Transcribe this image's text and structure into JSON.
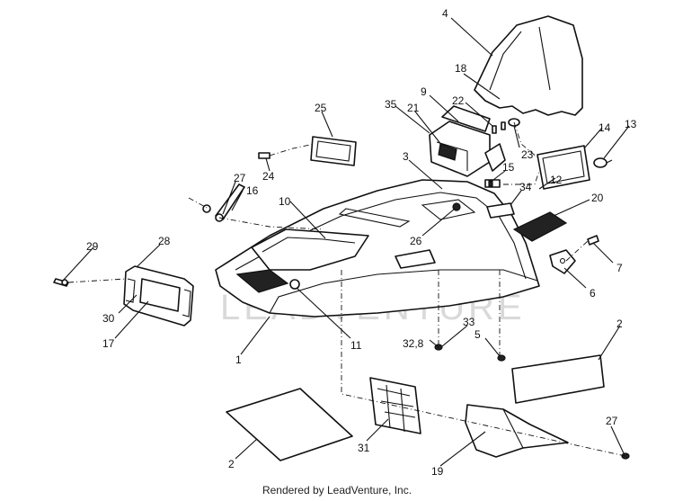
{
  "watermark": {
    "text": "LEADVENTURE"
  },
  "credit": {
    "text": "Rendered by LeadVenture, Inc."
  },
  "labels": [
    {
      "text": "4"
    },
    {
      "text": "18"
    },
    {
      "text": "9"
    },
    {
      "text": "22"
    },
    {
      "text": "35"
    },
    {
      "text": "21"
    },
    {
      "text": "25"
    },
    {
      "text": "14"
    },
    {
      "text": "13"
    },
    {
      "text": "23"
    },
    {
      "text": "3"
    },
    {
      "text": "15"
    },
    {
      "text": "24"
    },
    {
      "text": "27"
    },
    {
      "text": "16"
    },
    {
      "text": "34"
    },
    {
      "text": "12"
    },
    {
      "text": "10"
    },
    {
      "text": "20"
    },
    {
      "text": "26"
    },
    {
      "text": "29"
    },
    {
      "text": "28"
    },
    {
      "text": "7"
    },
    {
      "text": "30"
    },
    {
      "text": "6"
    },
    {
      "text": "11"
    },
    {
      "text": "17"
    },
    {
      "text": "33"
    },
    {
      "text": "2"
    },
    {
      "text": "1"
    },
    {
      "text": "32,8"
    },
    {
      "text": "5"
    },
    {
      "text": "2"
    },
    {
      "text": "27"
    },
    {
      "text": "31"
    },
    {
      "text": "19"
    }
  ]
}
